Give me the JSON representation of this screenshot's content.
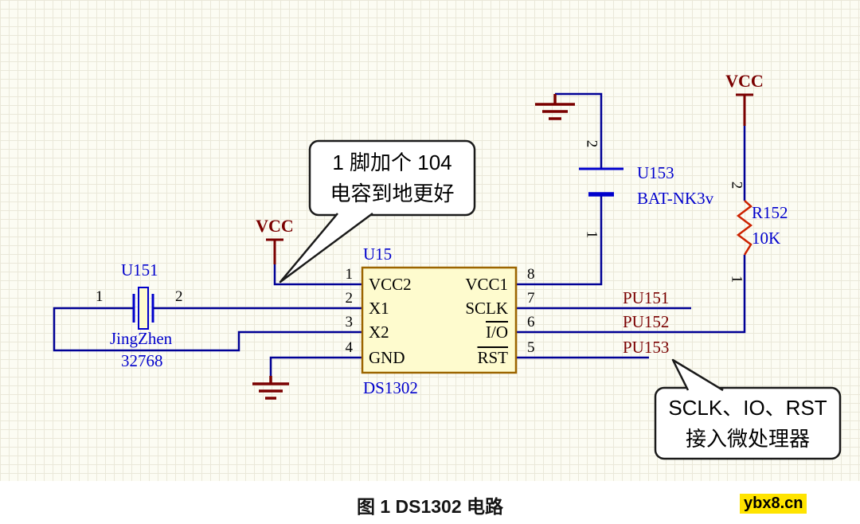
{
  "schematic": {
    "chip": {
      "refdes": "U15",
      "part": "DS1302",
      "left_pins": [
        {
          "num": "1",
          "name": "VCC2"
        },
        {
          "num": "2",
          "name": "X1"
        },
        {
          "num": "3",
          "name": "X2"
        },
        {
          "num": "4",
          "name": "GND"
        }
      ],
      "right_pins": [
        {
          "num": "8",
          "name": "VCC1"
        },
        {
          "num": "7",
          "name": "SCLK"
        },
        {
          "num": "6",
          "name": "I/O",
          "overline": true
        },
        {
          "num": "5",
          "name": "RST",
          "overline": true
        }
      ]
    },
    "crystal": {
      "refdes": "U151",
      "name": "JingZhen",
      "value": "32768",
      "pin1": "1",
      "pin2": "2"
    },
    "battery": {
      "refdes": "U153",
      "part": "BAT-NK3v",
      "pin_top": "2",
      "pin_bottom": "1"
    },
    "resistor": {
      "refdes": "R152",
      "value": "10K",
      "pin_top": "2",
      "pin_bottom": "1"
    },
    "power": {
      "vcc_left": "VCC",
      "vcc_right": "VCC"
    },
    "net_labels": {
      "sclk": "PU151",
      "io": "PU152",
      "rst": "PU153"
    }
  },
  "callouts": {
    "capacitor_note": {
      "line1": "1 脚加个 104",
      "line2": "电容到地更好"
    },
    "mcu_note": {
      "line1": "SCLK、IO、RST",
      "line2": "接入微处理器"
    }
  },
  "caption": "图 1 DS1302 电路",
  "watermark": "ybx8.cn",
  "colors": {
    "wire": "#000096",
    "power": "#7A0000",
    "component_label": "#0000CC",
    "chip_fill": "#FEFBCE",
    "chip_border": "#9C6500",
    "resistor": "#CC2200",
    "watermark_highlight": "#FFE400"
  }
}
